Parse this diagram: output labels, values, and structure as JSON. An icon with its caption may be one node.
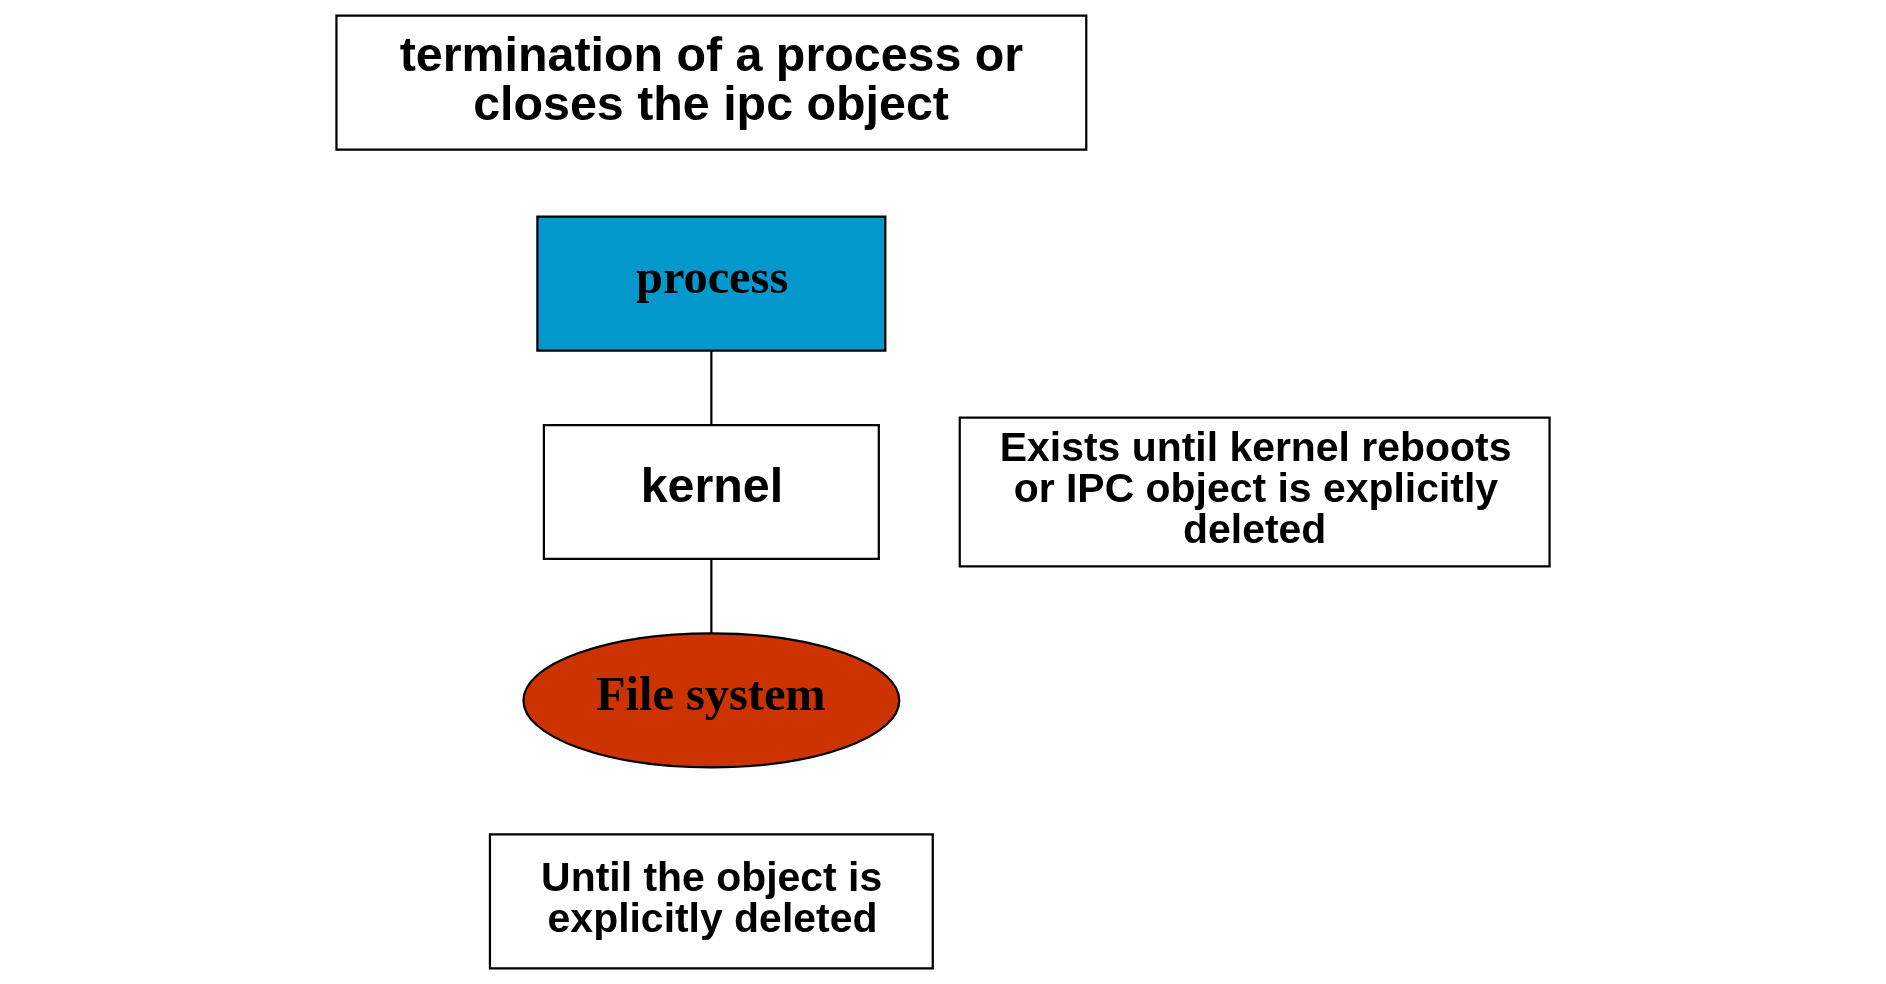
{
  "diagram": {
    "nodes": [
      {
        "text": [
          "termination of a process or closes the ipc object"
        ]
      },
      {
        "text": [
          "process"
        ]
      },
      {
        "text": [
          "kernel"
        ]
      },
      {
        "text": [
          "Exists until kernel reboots or IPC object is explicitly deleted"
        ]
      },
      {
        "text": [
          "File system"
        ]
      },
      {
        "text": [
          "Until the object is explicitly deleted"
        ]
      }
    ],
    "edges": [
      {
        "from": 1,
        "to": 2,
        "arrow": "none"
      },
      {
        "from": 2,
        "to": 4,
        "arrow": "none"
      }
    ]
  }
}
